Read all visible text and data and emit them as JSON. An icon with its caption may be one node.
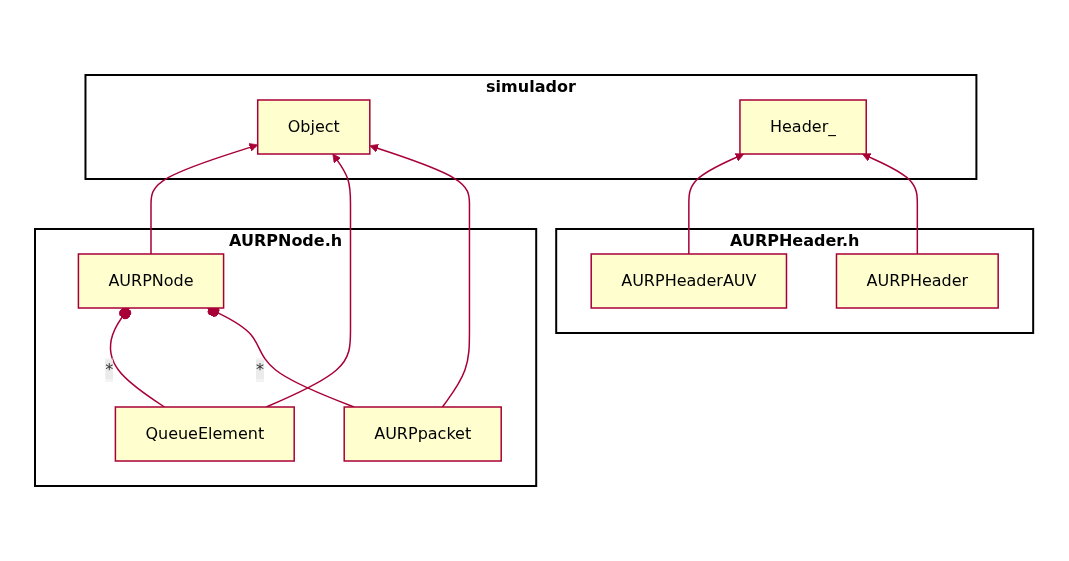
{
  "diagram": {
    "nodes": [
      {
        "text": [
          "simulador"
        ]
      },
      {
        "text": [
          "Object"
        ],
        "in": 0
      },
      {
        "text": [
          "Header_"
        ],
        "in": 0
      },
      {
        "text": [
          "AURPNode.h"
        ]
      },
      {
        "text": [
          "AURPNode"
        ],
        "in": 3
      },
      {
        "text": [
          "QueueElement"
        ],
        "in": 3
      },
      {
        "text": [
          "AURPpacket"
        ],
        "in": 3
      },
      {
        "text": [
          "AURPHeader.h"
        ]
      },
      {
        "text": [
          "AURPHeaderAUV"
        ],
        "in": 7
      },
      {
        "text": [
          "AURPHeader"
        ],
        "in": 7
      }
    ],
    "edges": [
      {
        "from": 4,
        "to": 1,
        "arrow": "to"
      },
      {
        "from": 5,
        "to": 1,
        "arrow": "to"
      },
      {
        "from": 6,
        "to": 1,
        "arrow": "to"
      },
      {
        "from": 8,
        "to": 2,
        "arrow": "to"
      },
      {
        "from": 9,
        "to": 2,
        "arrow": "to"
      },
      {
        "from": 4,
        "to": 5,
        "arrow": "other",
        "label": "*"
      },
      {
        "from": 4,
        "to": 6,
        "arrow": "other",
        "label": "*"
      }
    ]
  }
}
